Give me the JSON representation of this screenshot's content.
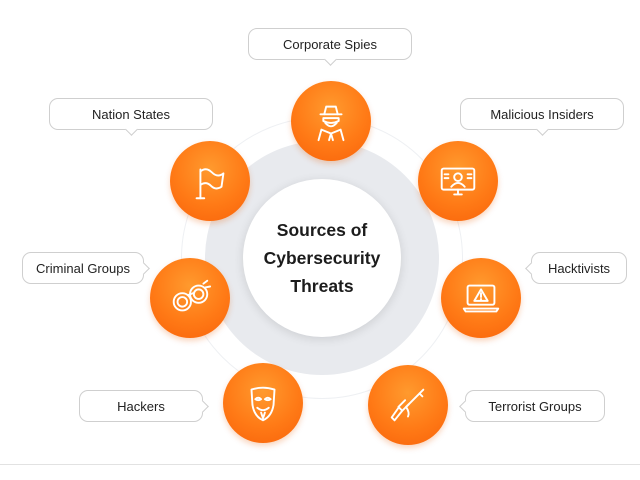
{
  "center_title": {
    "line1": "Sources of",
    "line2": "Cybersecurity",
    "line3": "Threats"
  },
  "colors": {
    "accent": "#ff7a16",
    "ring": "#e8eaee"
  },
  "threats": [
    {
      "label": "Corporate Spies",
      "icon": "spy-icon"
    },
    {
      "label": "Malicious Insiders",
      "icon": "monitor-user-icon"
    },
    {
      "label": "Hacktivists",
      "icon": "laptop-warning-icon"
    },
    {
      "label": "Terrorist Groups",
      "icon": "rifle-icon"
    },
    {
      "label": "Hackers",
      "icon": "mask-icon"
    },
    {
      "label": "Criminal Groups",
      "icon": "handcuffs-icon"
    },
    {
      "label": "Nation States",
      "icon": "flag-icon"
    }
  ]
}
